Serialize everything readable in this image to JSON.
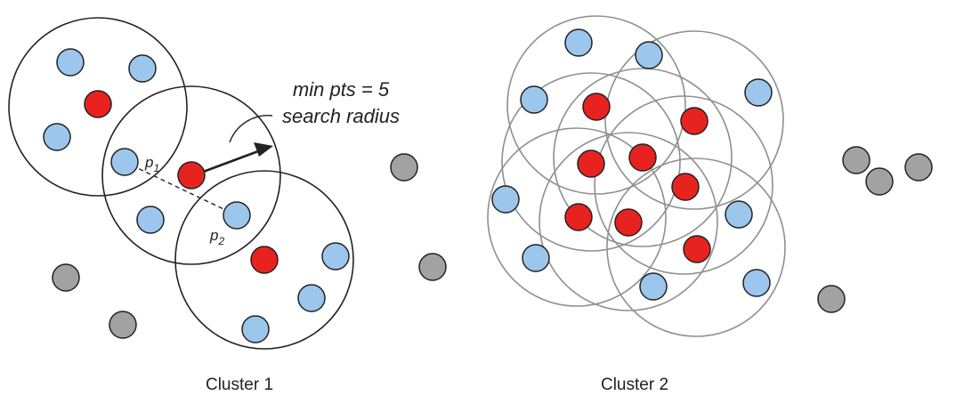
{
  "annotation": {
    "min_pts": "min pts = 5",
    "search_radius": "search radius"
  },
  "point_labels": {
    "p1": {
      "base": "p",
      "sub": "1"
    },
    "p2": {
      "base": "p",
      "sub": "2"
    }
  },
  "captions": {
    "cluster1": "Cluster 1",
    "cluster2": "Cluster 2"
  },
  "colors": {
    "core": "#e8231f",
    "border": "#9cc6ec",
    "noise": "#a2a2a2",
    "cluster1_ring": "#222222",
    "cluster2_ring": "#8f8f8f",
    "outline": "#222222"
  }
}
